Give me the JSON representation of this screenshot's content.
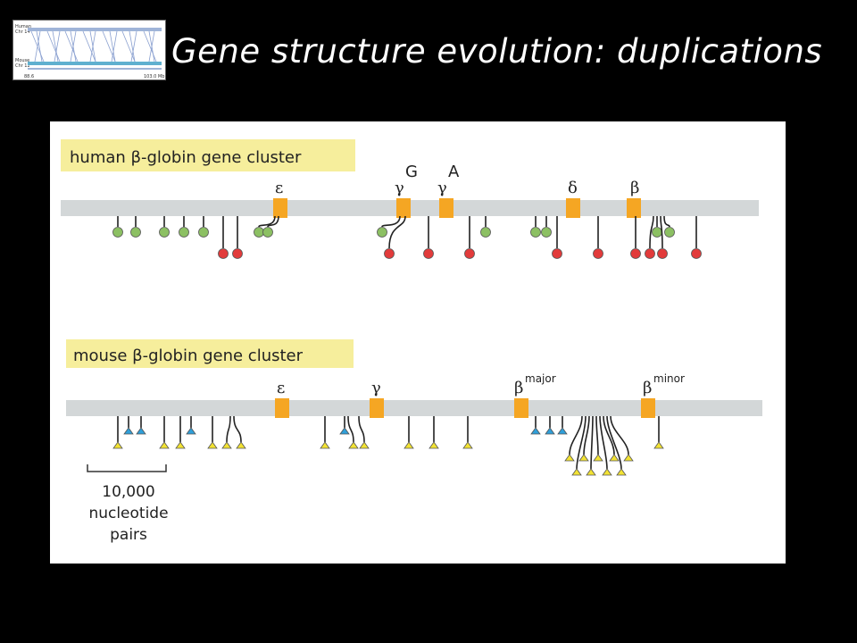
{
  "title": "Gene structure evolution: duplications",
  "thumbnail": {
    "labels": [
      "Human",
      "Chr 14",
      "Mouse",
      "Chr 12",
      "88.6",
      "103.0 Mb"
    ]
  },
  "colors": {
    "chromosome": "#d3d7d8",
    "gene": "#f5a623",
    "label_box": "#f6ee9c",
    "green_site": "#8cc063",
    "red_site": "#e23b3b",
    "yellow_site": "#f2e233",
    "blue_site": "#2f9fd9"
  },
  "human": {
    "label": "human β-globin gene cluster",
    "genes": [
      {
        "name": "ε",
        "sup": ""
      },
      {
        "name": "γ",
        "sup": "G"
      },
      {
        "name": "γ",
        "sup": "A"
      },
      {
        "name": "δ",
        "sup": ""
      },
      {
        "name": "β",
        "sup": ""
      }
    ]
  },
  "mouse": {
    "label": "mouse β-globin gene cluster",
    "genes": [
      {
        "name": "ε",
        "sup": ""
      },
      {
        "name": "γ",
        "sup": ""
      },
      {
        "name": "β",
        "sup": "major"
      },
      {
        "name": "β",
        "sup": "minor"
      }
    ]
  },
  "scale_bar": {
    "lines": [
      "10,000",
      "nucleotide",
      "pairs"
    ]
  }
}
